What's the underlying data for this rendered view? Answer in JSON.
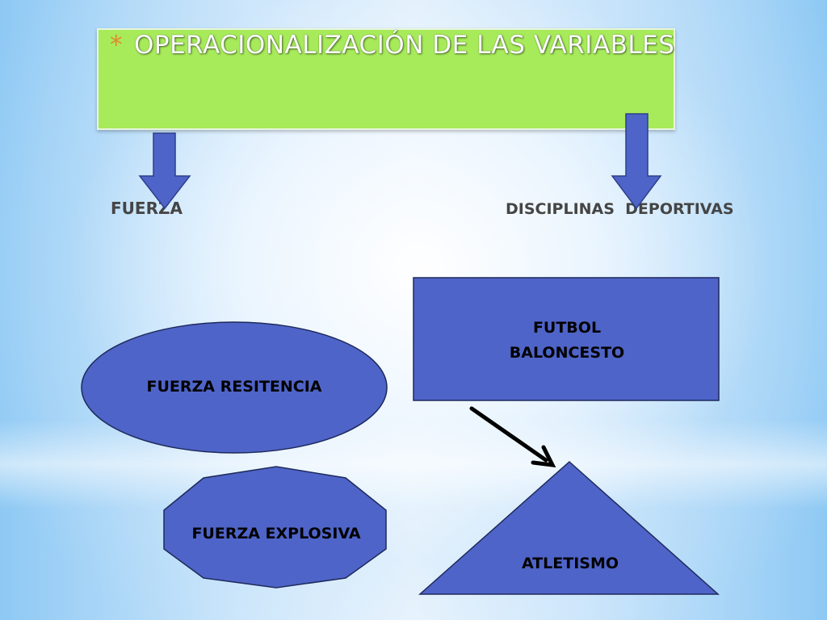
{
  "header": {
    "bullet": "*",
    "title": "OPERACIONALIZACIÓN DE LAS VARIABLES"
  },
  "variables": {
    "left": "FUERZA",
    "right": "DISCIPLINAS  DEPORTIVAS"
  },
  "nodes": {
    "ellipse": "FUERZA RESITENCIA",
    "octagon": "FUERZA EXPLOSIVA",
    "rect_line1": "FUTBOL",
    "rect_line2": "BALONCESTO",
    "triangle": "ATLETISMO"
  },
  "colors": {
    "title_box": "#a7eb5a",
    "shape_fill": "#4f64c8",
    "arrow_fill": "#4f64c8"
  }
}
